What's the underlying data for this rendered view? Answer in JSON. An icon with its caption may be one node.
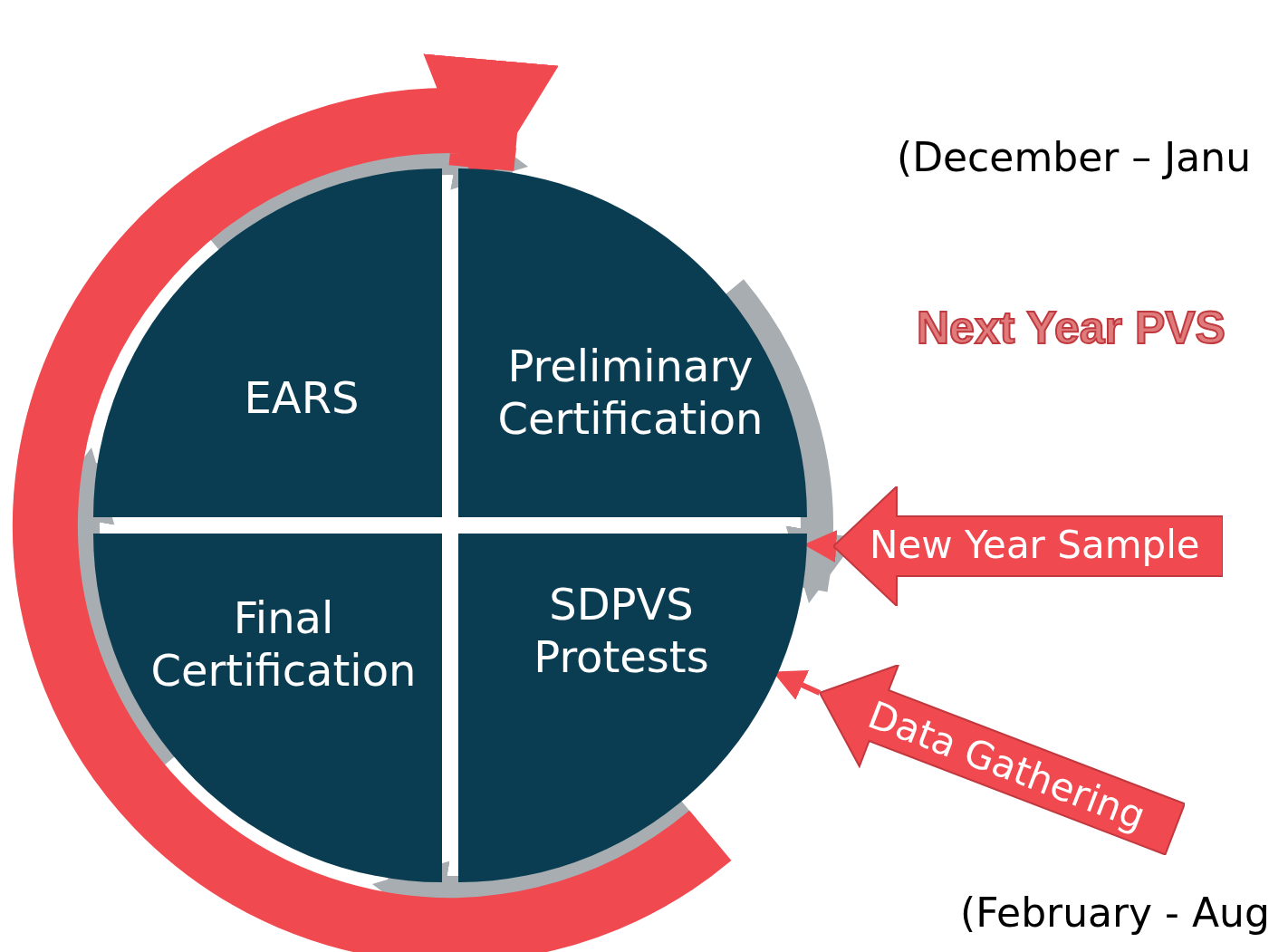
{
  "diagram": {
    "nodes": [
      {
        "text": [
          "EARS"
        ]
      },
      {
        "text": [
          "Preliminary Certification"
        ]
      },
      {
        "text": [
          "SDPVS Protests"
        ]
      },
      {
        "text": [
          "Final Certification"
        ]
      },
      {
        "text": [
          "New Year Sample"
        ]
      },
      {
        "text": [
          "Data Gathering"
        ]
      }
    ],
    "edges": [
      {
        "from": 0,
        "to": 1,
        "arrow": "to"
      },
      {
        "from": 1,
        "to": 2,
        "arrow": "to"
      },
      {
        "from": 2,
        "to": 3,
        "arrow": "to"
      },
      {
        "from": 3,
        "to": 0,
        "arrow": "to"
      },
      {
        "from": 2,
        "to": 1,
        "arrow": "to",
        "style": "thick",
        "color": "#f0494f"
      },
      {
        "from": 4,
        "to": 2,
        "arrow": "to",
        "color": "#f0494f"
      },
      {
        "from": 5,
        "to": 2,
        "arrow": "to",
        "color": "#f0494f"
      }
    ],
    "labels": [
      "(December – Janu",
      "Next Year PVS",
      "(February - Aug"
    ]
  }
}
